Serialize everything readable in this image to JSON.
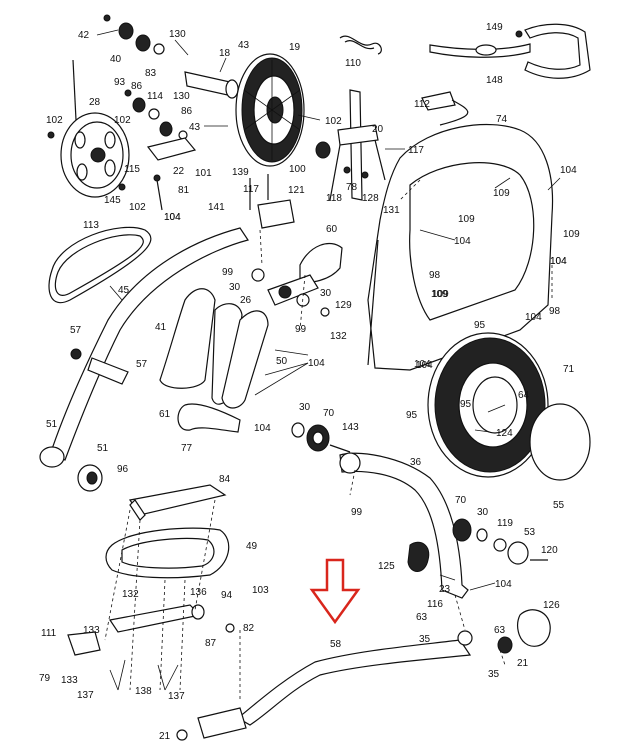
{
  "diagram": {
    "highlight_color": "#d9261c",
    "highlight_label": "58",
    "part_numbers": [
      "42",
      "40",
      "83",
      "130",
      "18",
      "43",
      "19",
      "149",
      "110",
      "148",
      "93",
      "86",
      "114",
      "130",
      "28",
      "102",
      "102",
      "86",
      "43",
      "22",
      "101",
      "102",
      "100",
      "112",
      "74",
      "20",
      "115",
      "145",
      "81",
      "102",
      "117",
      "139",
      "117",
      "121",
      "78",
      "128",
      "118",
      "104",
      "131",
      "104",
      "109",
      "109",
      "109",
      "104",
      "109",
      "104",
      "104",
      "104",
      "113",
      "141",
      "104",
      "60",
      "99",
      "30",
      "26",
      "30",
      "129",
      "45",
      "98",
      "109",
      "104",
      "98",
      "99",
      "132",
      "95",
      "57",
      "41",
      "50",
      "104",
      "57",
      "104",
      "71",
      "61",
      "77",
      "104",
      "30",
      "70",
      "143",
      "95",
      "64",
      "124",
      "95",
      "51",
      "51",
      "96",
      "36",
      "99",
      "55",
      "84",
      "70",
      "30",
      "119",
      "53",
      "49",
      "120",
      "125",
      "104",
      "132",
      "136",
      "94",
      "103",
      "23",
      "116",
      "126",
      "111",
      "133",
      "63",
      "82",
      "63",
      "87",
      "35",
      "58",
      "21",
      "79",
      "133",
      "137",
      "138",
      "137",
      "35",
      "21"
    ]
  }
}
